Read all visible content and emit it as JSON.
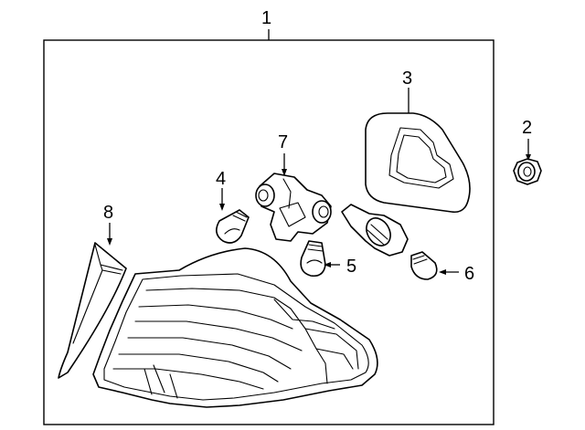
{
  "callouts": {
    "c1": "1",
    "c2": "2",
    "c3": "3",
    "c4": "4",
    "c5": "5",
    "c6": "6",
    "c7": "7",
    "c8": "8"
  },
  "colors": {
    "stroke": "#000000",
    "background": "#ffffff"
  }
}
